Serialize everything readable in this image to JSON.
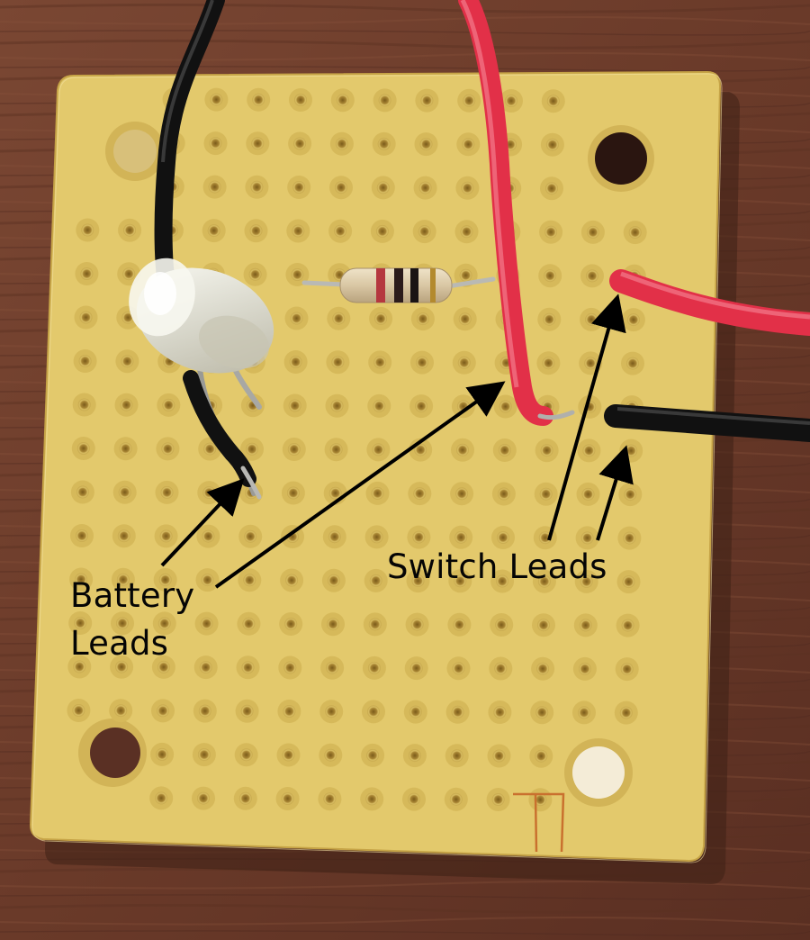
{
  "annotations": {
    "battery_label_line1": "Battery",
    "battery_label_line2": "Leads",
    "switch_label": "Switch Leads"
  },
  "board_marking": "TI",
  "colors": {
    "table_wood": "#6b3b2a",
    "board": "#e2c86a",
    "board_edge": "#c9a646",
    "wire_red": "#e0334a",
    "wire_black": "#121212",
    "arrow": "#000000",
    "label_text": "#050505"
  },
  "components": [
    {
      "name": "led",
      "icon": "clear-led"
    },
    {
      "name": "resistor",
      "icon": "resistor"
    },
    {
      "name": "red-wire-battery",
      "icon": "wire"
    },
    {
      "name": "black-wire-battery",
      "icon": "wire"
    },
    {
      "name": "red-wire-switch",
      "icon": "wire"
    },
    {
      "name": "black-wire-switch",
      "icon": "wire"
    }
  ]
}
